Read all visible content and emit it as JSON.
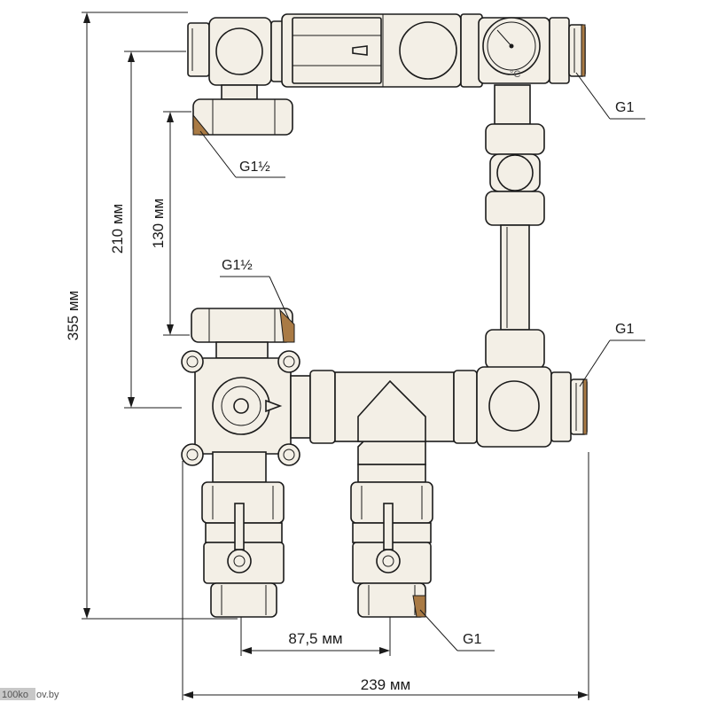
{
  "dimensions": {
    "height_total": "355 мм",
    "height_upper": "210 мм",
    "height_connection": "130 мм",
    "width_total": "239 мм",
    "width_branches": "87,5 мм"
  },
  "callouts": {
    "top_right_outlet": "G1",
    "upper_left_inlet": "G1½",
    "middle_left_inlet": "G1½",
    "middle_right_outlet": "G1",
    "bottom_outlet": "G1"
  },
  "gauge": {
    "unit": "°C"
  },
  "watermark": {
    "left": "100ko",
    "right": "ov.by"
  }
}
